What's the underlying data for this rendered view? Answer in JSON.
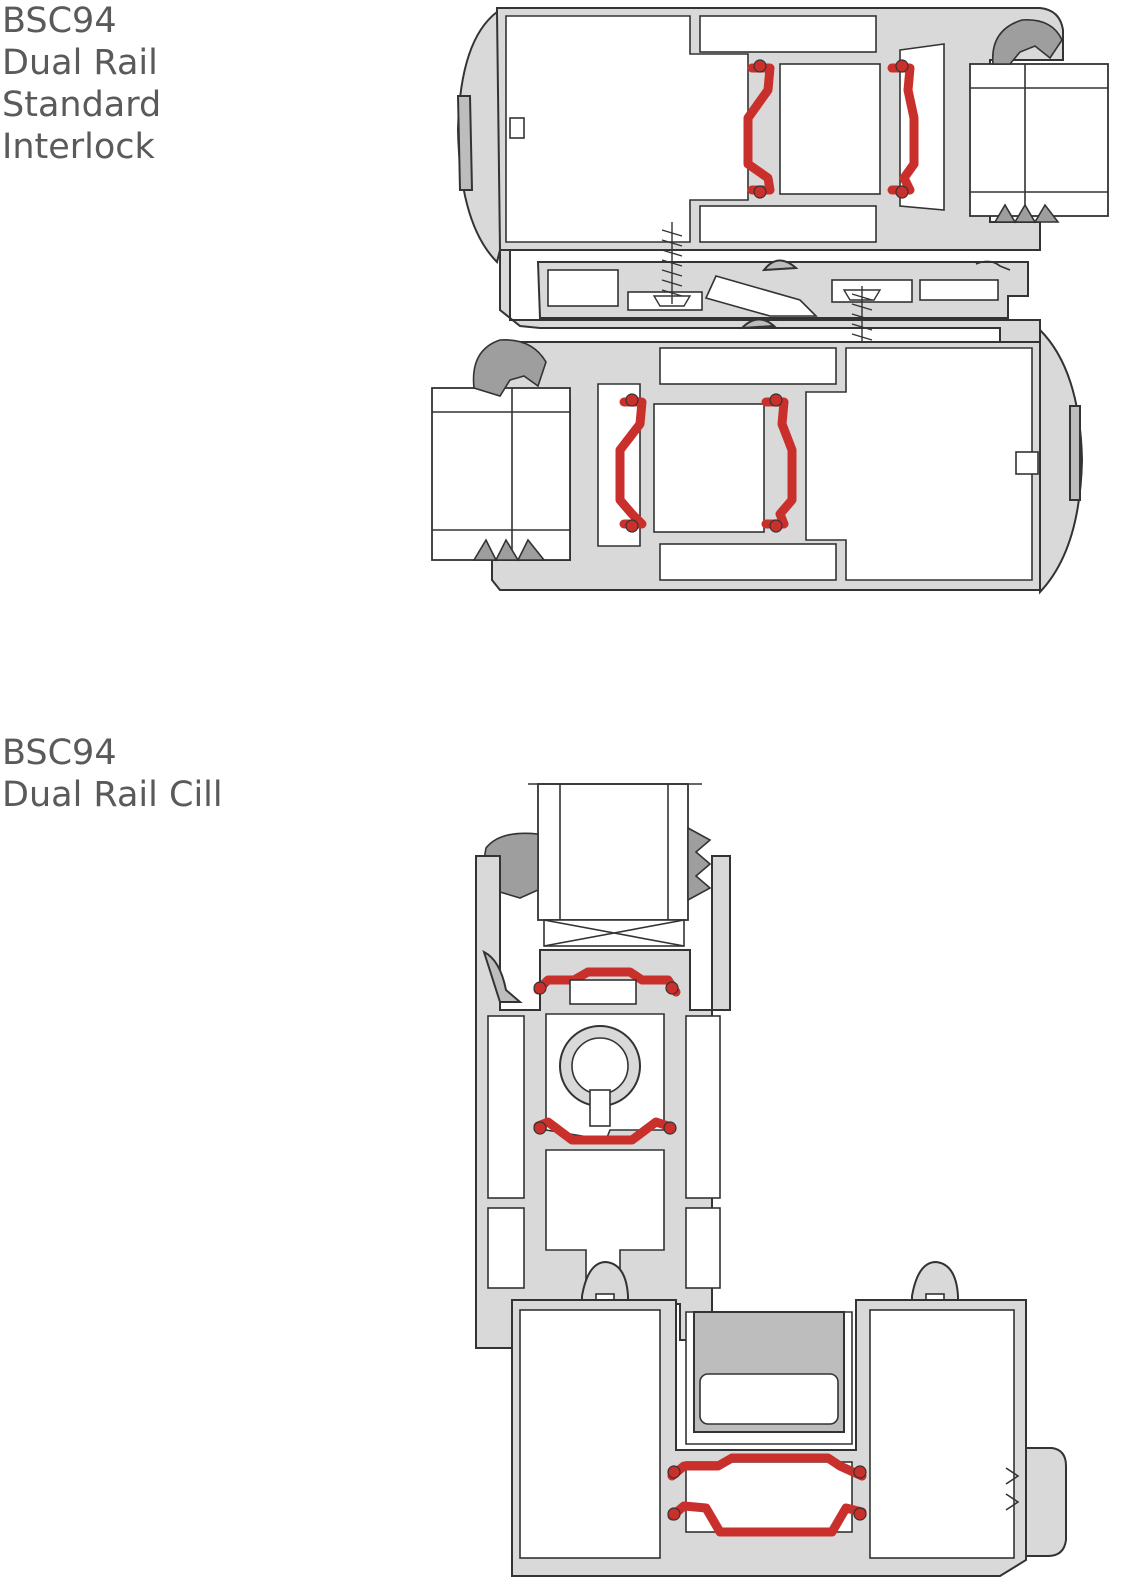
{
  "captions": {
    "interlock": [
      "BSC94",
      "Dual Rail",
      "Standard",
      "Interlock"
    ],
    "cill": [
      "BSC94",
      "Dual Rail Cill"
    ]
  },
  "colors": {
    "caption_text": "#5a5a5a",
    "aluminium": "#d9d9d9",
    "thermal_break": "#c9302c",
    "outline": "#333333",
    "gasket": "#9e9e9e"
  }
}
